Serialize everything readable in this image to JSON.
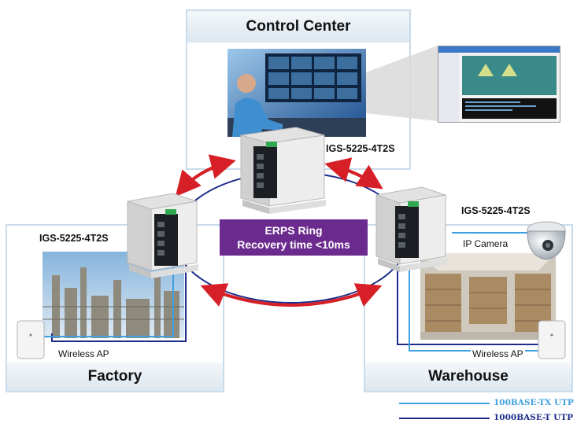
{
  "zones": {
    "control_center": "Control Center",
    "factory": "Factory",
    "warehouse": "Warehouse"
  },
  "switches": {
    "top": "IGS-5225-4T2S",
    "left": "IGS-5225-4T2S",
    "right": "IGS-5225-4T2S"
  },
  "ring": {
    "line1": "ERPS Ring",
    "line2": "Recovery time <10ms"
  },
  "devices": {
    "ip_camera": "IP Camera",
    "wireless_ap_factory": "Wireless AP",
    "wireless_ap_warehouse": "Wireless AP"
  },
  "legend": {
    "fast": "100BASE-TX UTP",
    "gigabit": "1000BASE-T UTP"
  },
  "colors": {
    "fast_line": "#3ea0e0",
    "gigabit_line": "#1d2b8a",
    "ring_badge": "#6b2a8e",
    "arrow": "#d61f26"
  }
}
